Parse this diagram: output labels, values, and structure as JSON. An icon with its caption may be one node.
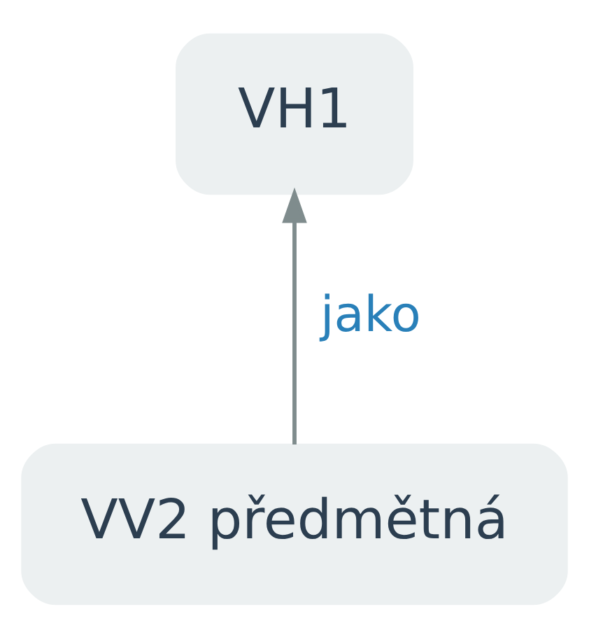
{
  "diagram": {
    "nodes": [
      {
        "text": [
          "VH1"
        ]
      },
      {
        "text": [
          "VV2 předmětná"
        ]
      }
    ],
    "edges": [
      {
        "from": 1,
        "to": 0,
        "arrow": "to",
        "label": "jako"
      }
    ]
  }
}
